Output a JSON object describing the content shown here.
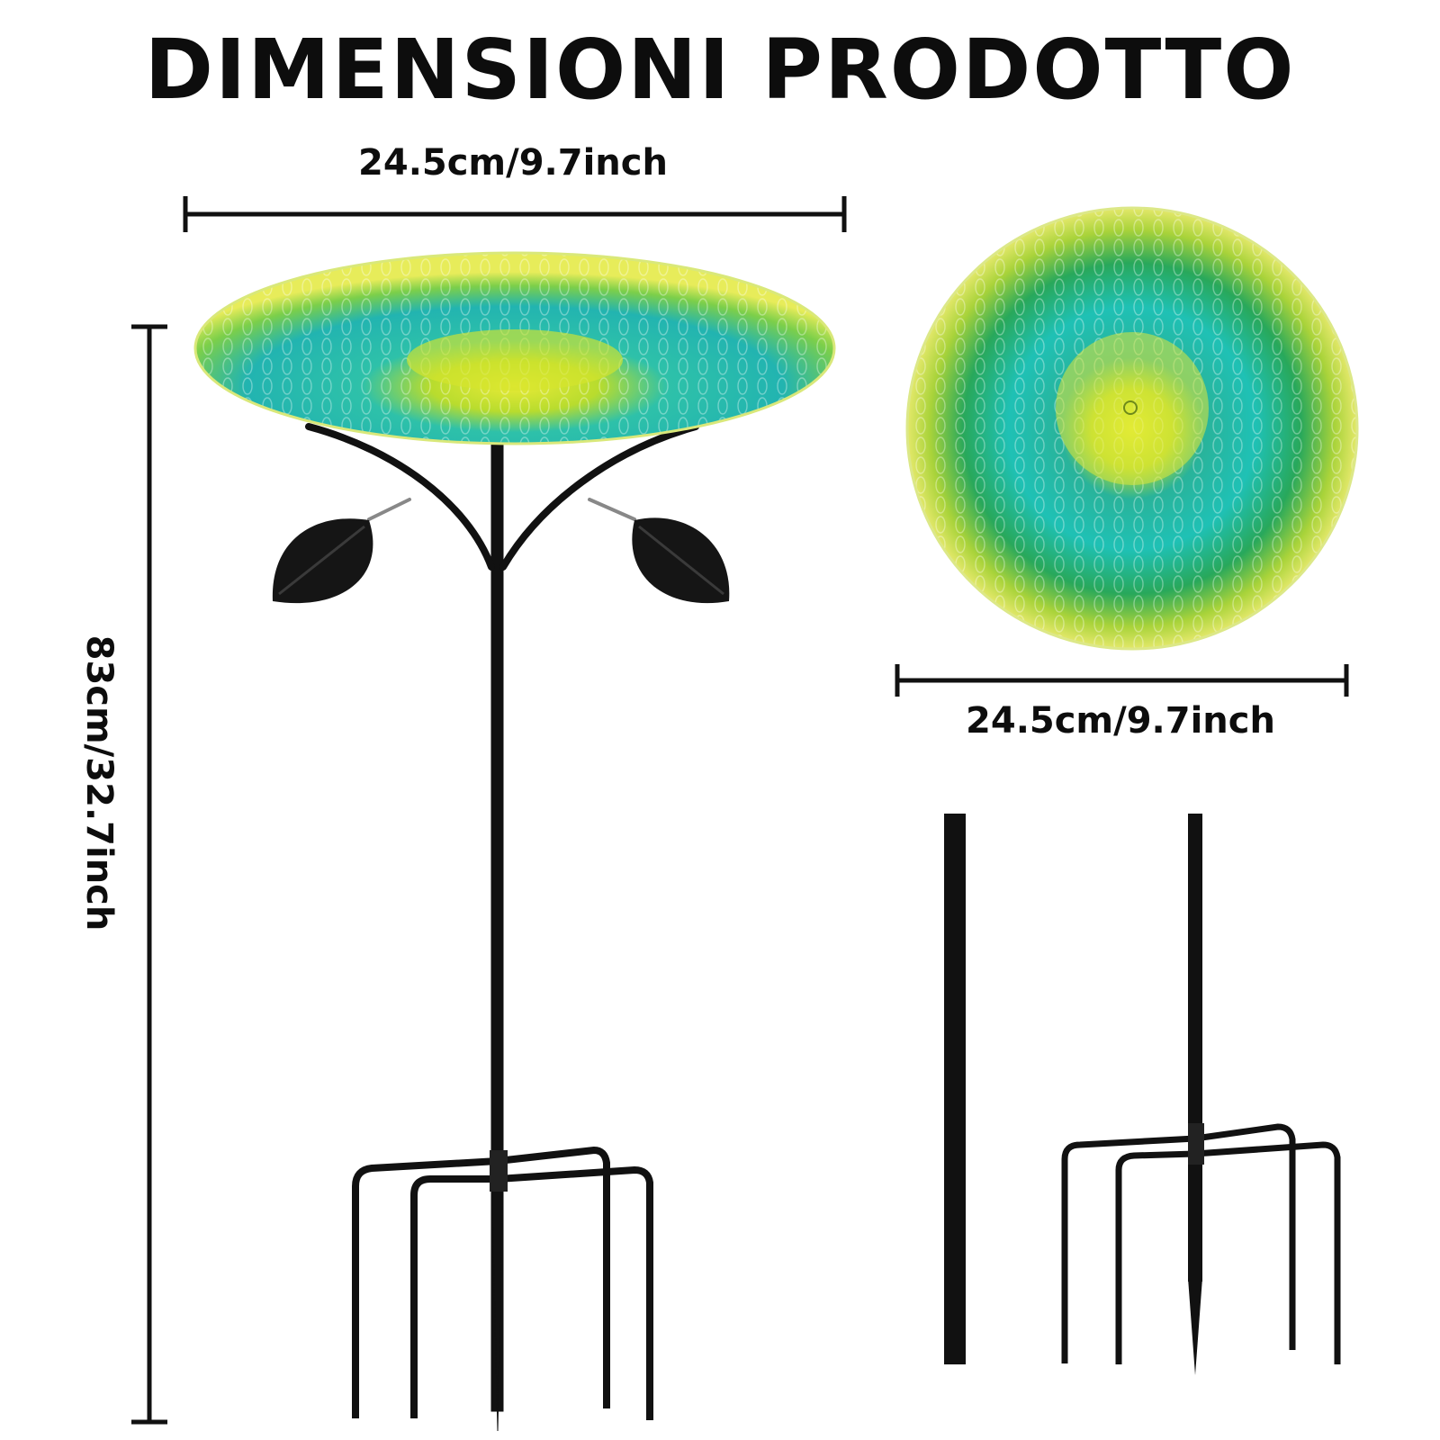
{
  "title": "DIMENSIONI PRODOTTO",
  "dimensions": {
    "bowl_width_side": "24.5cm/9.7inch",
    "bowl_width_top": "24.5cm/9.7inch",
    "total_height": "83cm/32.7inch"
  },
  "colors": {
    "bowl_teal": "#1fb8a8",
    "bowl_lime": "#c8e02a",
    "bowl_green": "#2e9f4a",
    "metal": "#111111"
  },
  "parts": [
    "bowl-icon",
    "leaf-stand-icon",
    "pole-icon",
    "stake-icon"
  ]
}
